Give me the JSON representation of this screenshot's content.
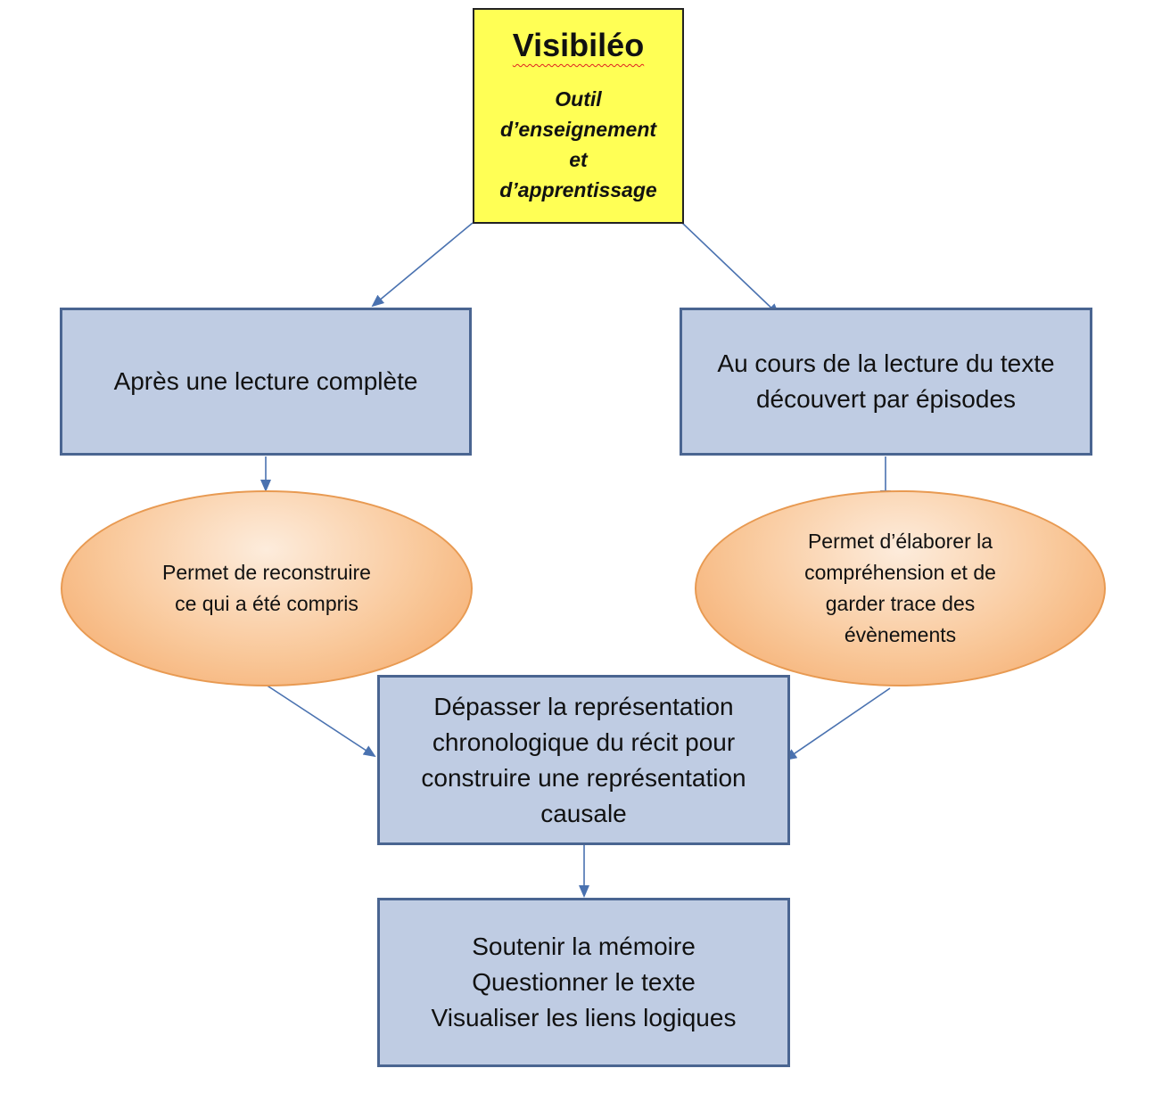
{
  "root": {
    "title": "Visibiléo",
    "subtitle_lines": [
      "Outil",
      "d’enseignement",
      "et",
      "d’apprentissage"
    ]
  },
  "left_branch": {
    "box_text": "Après une lecture complète",
    "ellipse_lines": [
      "Permet de reconstruire",
      "ce qui a été compris"
    ]
  },
  "right_branch": {
    "box_lines": [
      "Au cours de la lecture du texte",
      "découvert par épisodes"
    ],
    "ellipse_lines": [
      "Permet d’élaborer la",
      "compréhension et de",
      "garder trace des",
      "évènements"
    ]
  },
  "center": {
    "lines": [
      "Dépasser la représentation",
      "chronologique du récit pour",
      "construire une représentation",
      "causale"
    ]
  },
  "bottom": {
    "lines": [
      "Soutenir la mémoire",
      "Questionner le texte",
      "Visualiser les liens logiques"
    ]
  },
  "colors": {
    "box_fill": "#bfcce3",
    "box_border": "#4a6591",
    "ellipse_fill": "#f9c89a",
    "title_fill": "#ffff55",
    "arrow": "#4a72b0"
  }
}
